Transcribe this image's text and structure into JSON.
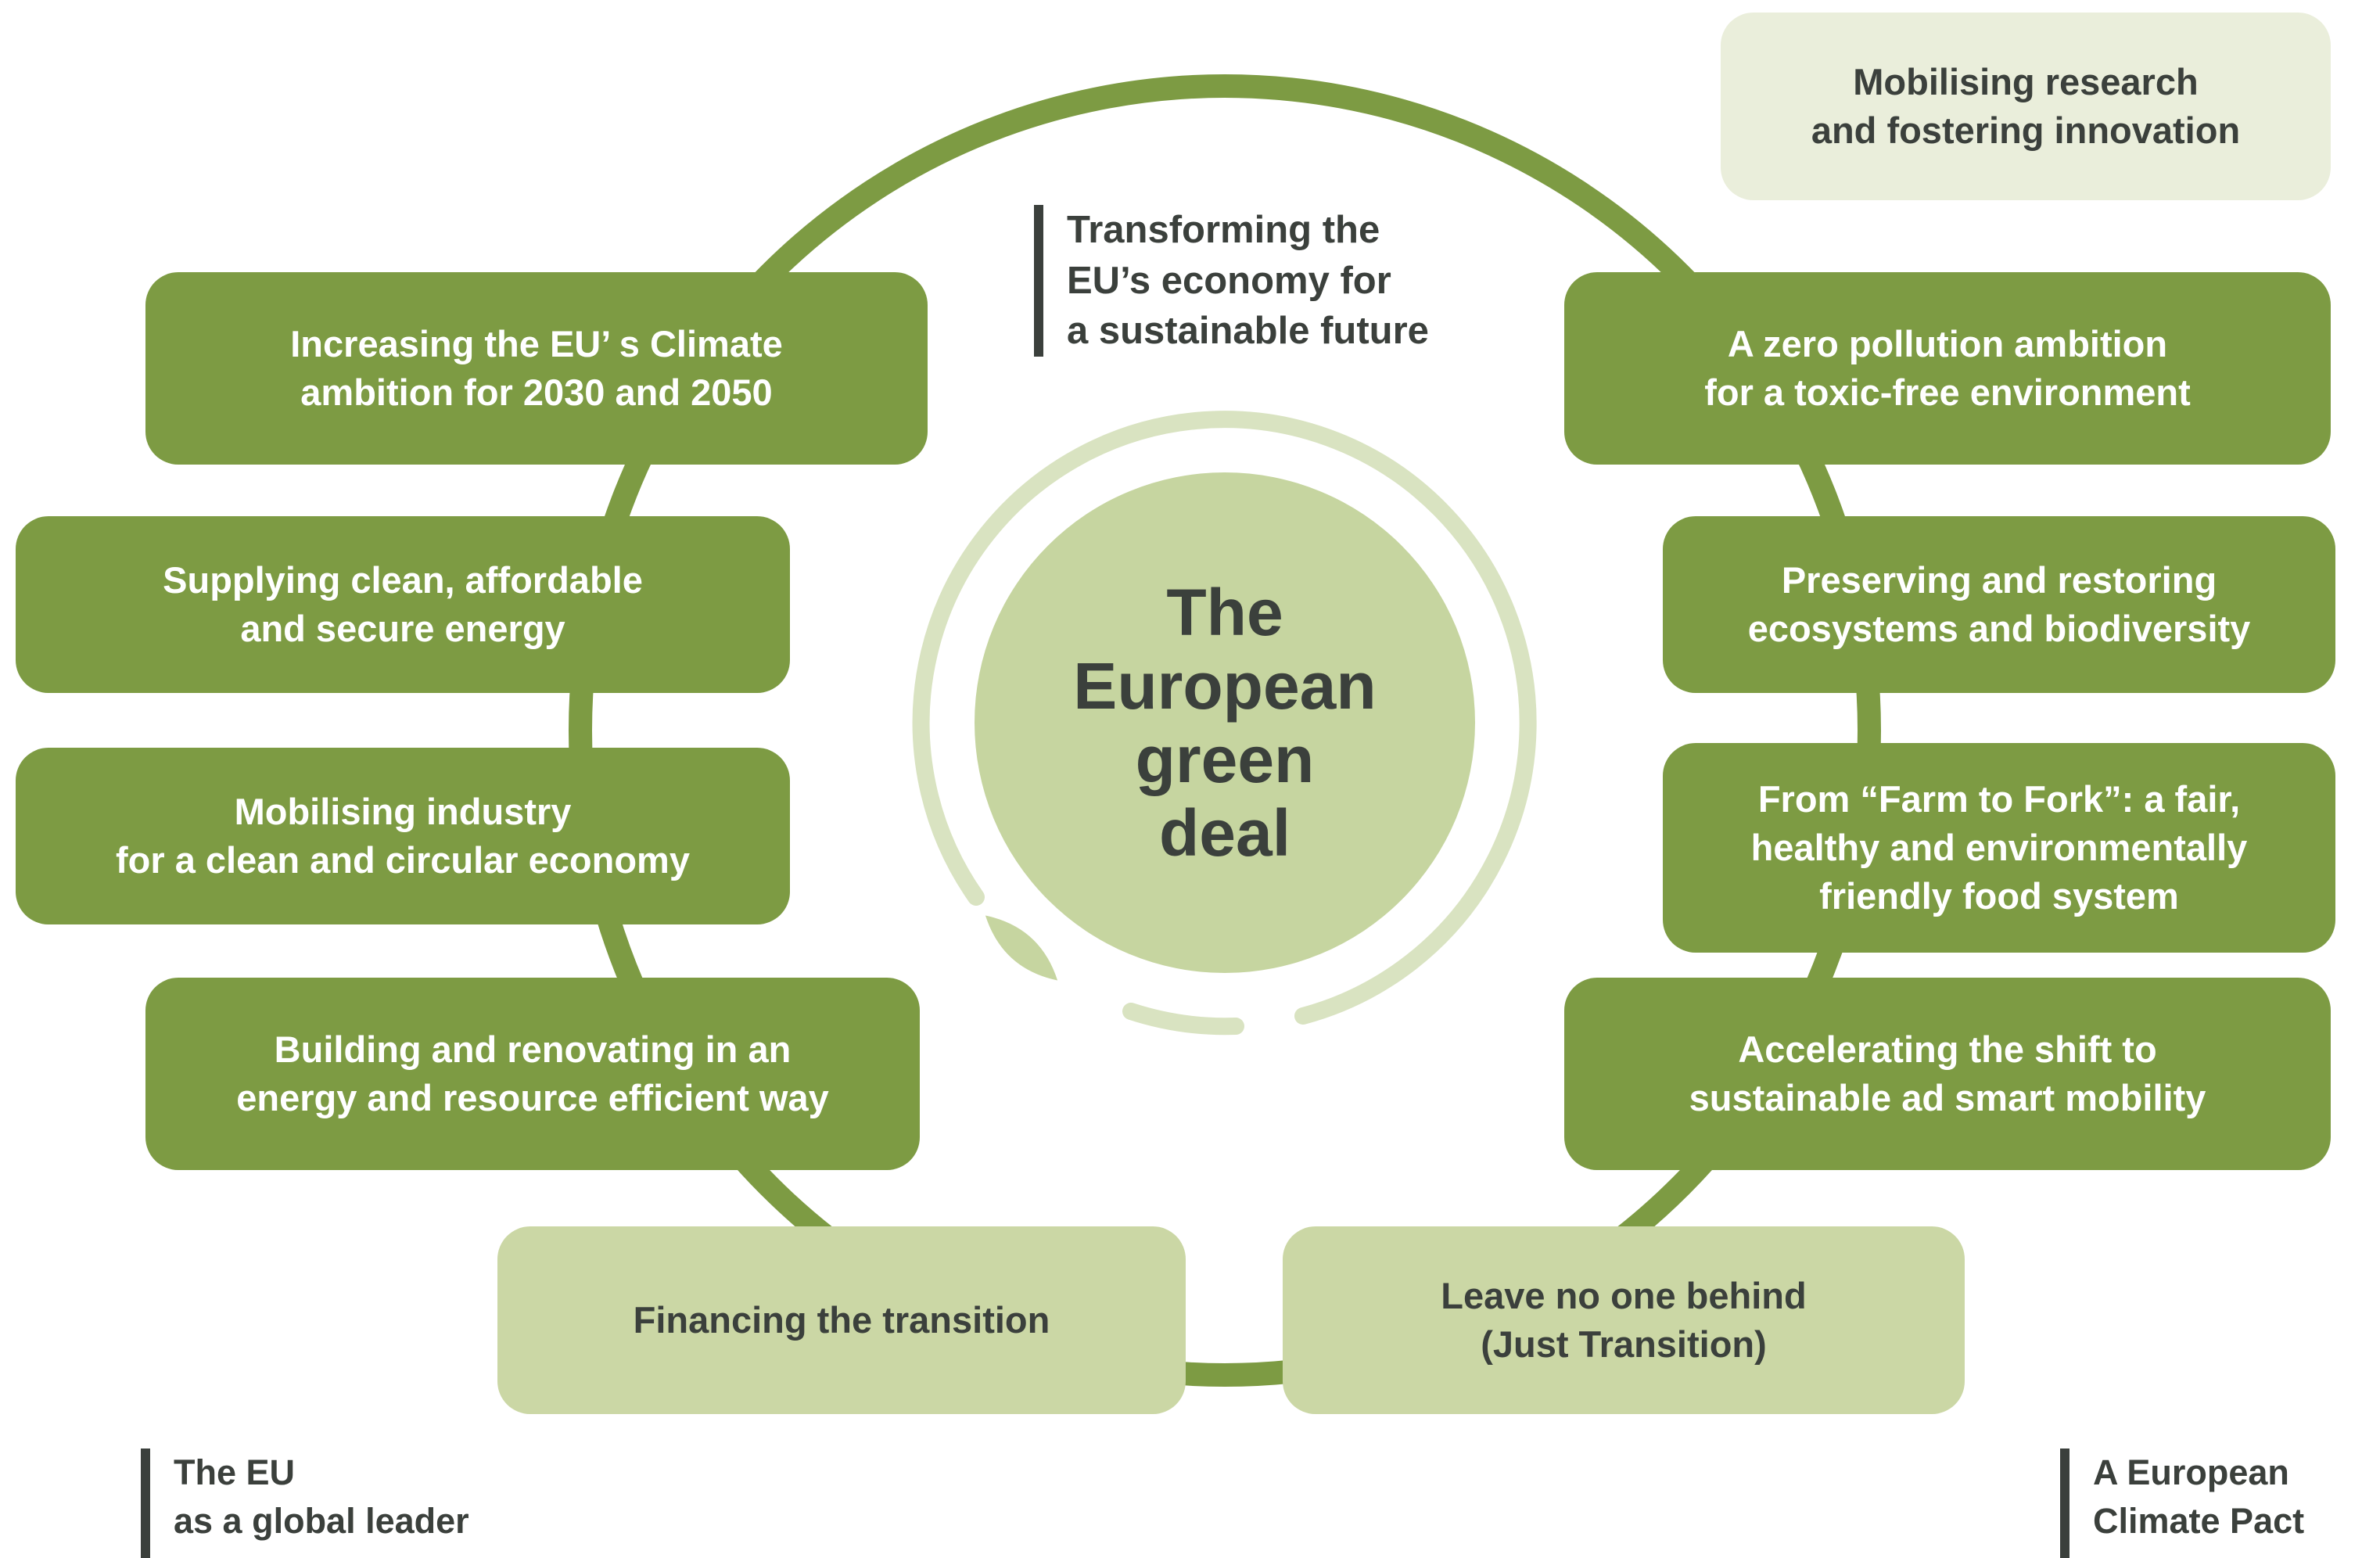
{
  "colors": {
    "dark_green": "#7d9b43",
    "light_green": "#cbd7a5",
    "pale_green": "#eaeedb",
    "center_green": "#c6d5a0",
    "ring_green": "#d9e3c1",
    "ink": "#3b403c"
  },
  "center": {
    "title": "The\nEuropean\ngreen\ndeal"
  },
  "top_note": {
    "text": "Transforming the\nEU’s economy for\na sustainable future"
  },
  "research_box": {
    "label": "Mobilising research\nand fostering innovation"
  },
  "left_boxes": [
    {
      "label": "Increasing the EU’ s Climate\nambition for 2030 and 2050"
    },
    {
      "label": "Supplying clean, affordable\nand secure energy"
    },
    {
      "label": "Mobilising industry\nfor a clean and circular economy"
    },
    {
      "label": "Building and renovating in an\nenergy and resource efficient way"
    }
  ],
  "right_boxes": [
    {
      "label": "A zero pollution ambition\nfor a toxic-free environment"
    },
    {
      "label": "Preserving and restoring\necosystems and biodiversity"
    },
    {
      "label": "From “Farm to Fork”: a fair,\nhealthy and environmentally\nfriendly food system"
    },
    {
      "label": "Accelerating the shift to\nsustainable ad smart mobility"
    }
  ],
  "bottom_boxes": [
    {
      "label": "Financing the transition"
    },
    {
      "label": "Leave no one behind\n(Just Transition)"
    }
  ],
  "footer_notes": {
    "left": "The EU\nas a global leader",
    "right": "A European\nClimate Pact"
  }
}
